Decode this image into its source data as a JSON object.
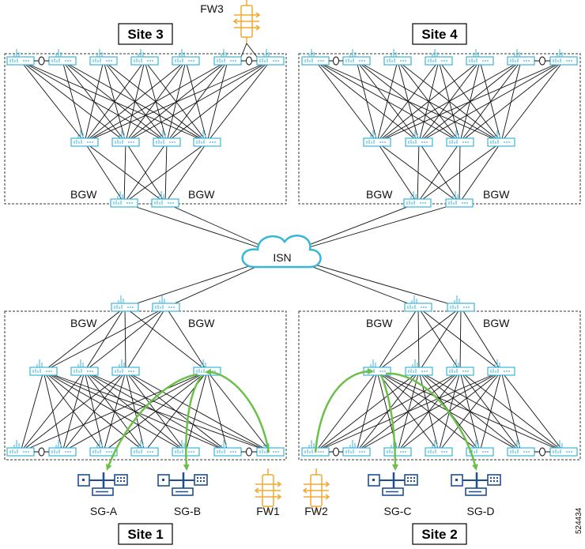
{
  "sites": [
    "Site 3",
    "Site 4",
    "Site 1",
    "Site 2"
  ],
  "bgw_label": "BGW",
  "isn_label": "ISN",
  "firewalls": [
    "FW3",
    "FW1",
    "FW2"
  ],
  "security_groups": [
    "SG-A",
    "SG-B",
    "SG-C",
    "SG-D"
  ],
  "doc_id": "524434",
  "colors": {
    "switch": "#38b6d8",
    "firewall": "#f0a830",
    "endpoint": "#1f4f8f",
    "policy_arrow": "#6cc04a",
    "link": "#111111"
  }
}
